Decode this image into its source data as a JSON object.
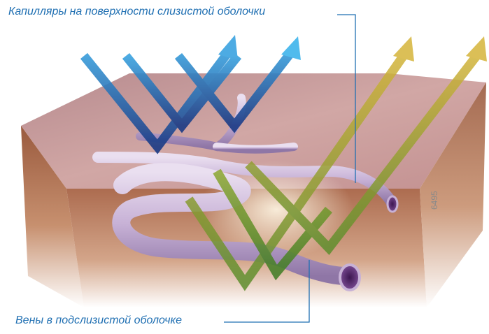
{
  "labels": {
    "capillaries": "Капилляры на поверхности слизистой оболочки",
    "veins": "Вены в подслизистой оболочке",
    "figure_number": "6495"
  },
  "colors": {
    "label_text": "#1f6fb2",
    "blue_light": "#2f9fe0",
    "blue_dark": "#1d3f8f",
    "yellow": "#c8a82a",
    "green": "#4f8a2a",
    "tissue_top": "#c79a9a",
    "tissue_side": "#a9684c",
    "vessel": "#c9b3d8"
  },
  "icons": [
    "blue-light-arrow",
    "green-light-arrow"
  ]
}
